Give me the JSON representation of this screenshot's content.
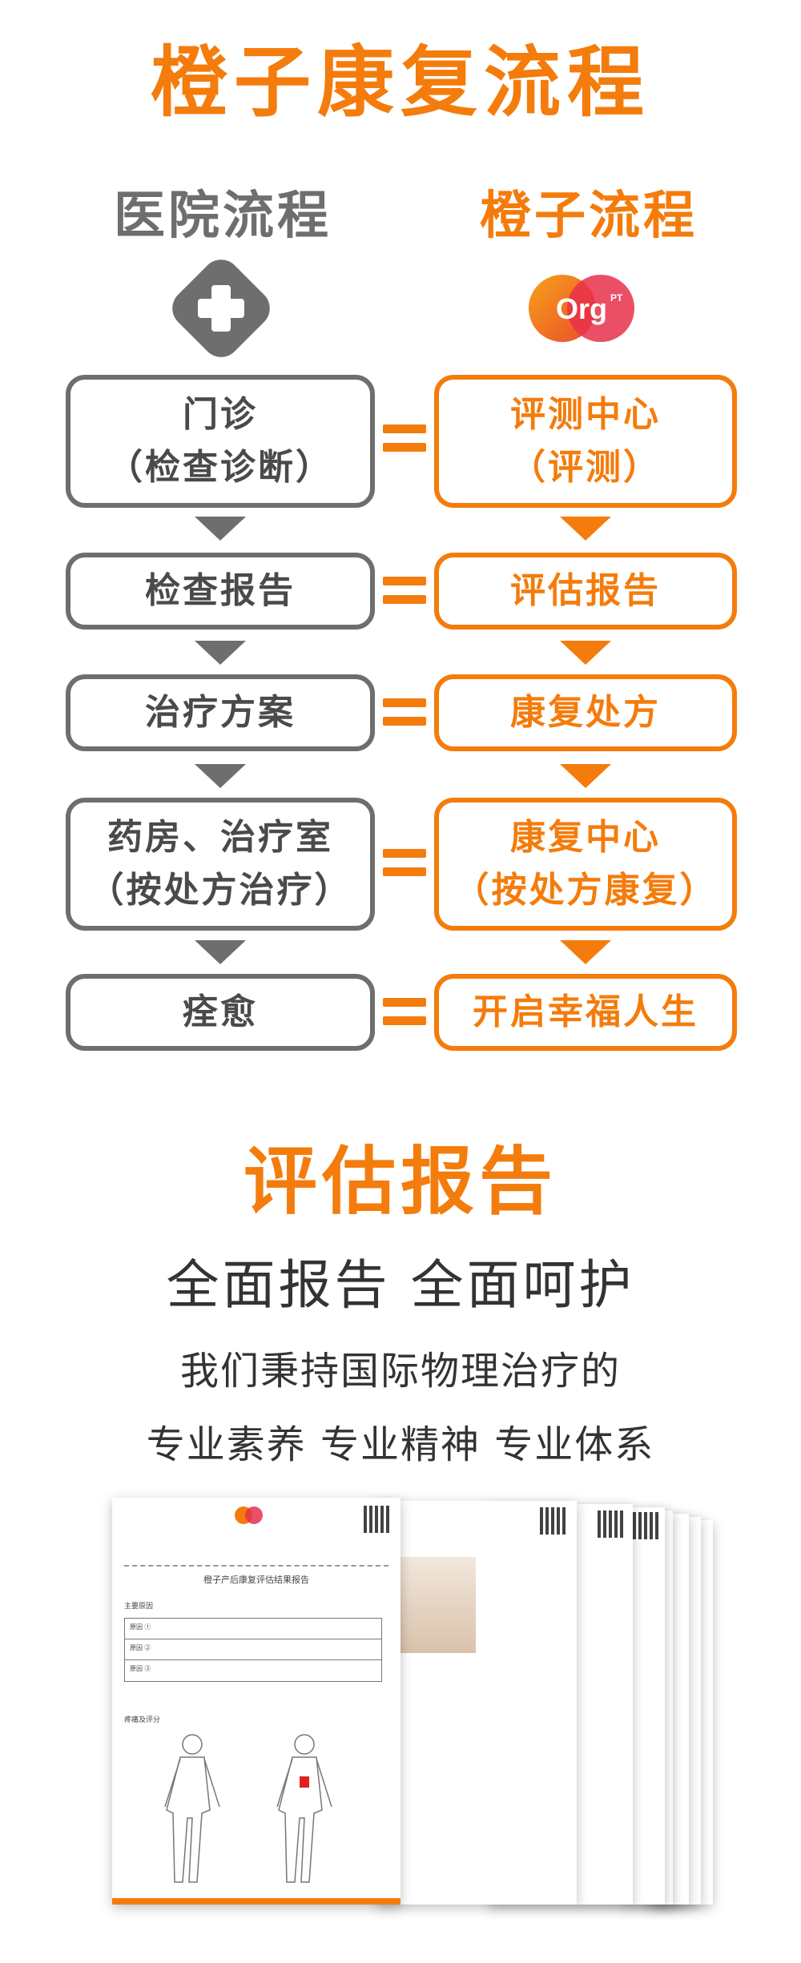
{
  "page": {
    "main_title": "橙子康复流程",
    "left_column_title": "医院流程",
    "right_column_title": "橙子流程",
    "logo_text": "Org",
    "logo_sup": "PT"
  },
  "colors": {
    "accent": "#f47c0c",
    "gray": "#6e6e6e",
    "text": "#333333"
  },
  "hospital_steps": [
    {
      "line1": "门诊",
      "line2": "（检查诊断）"
    },
    {
      "line1": "检查报告",
      "line2": ""
    },
    {
      "line1": "治疗方案",
      "line2": ""
    },
    {
      "line1": "药房、治疗室",
      "line2": "（按处方治疗）"
    },
    {
      "line1": "痊愈",
      "line2": ""
    }
  ],
  "orange_steps": [
    {
      "line1": "评测中心",
      "line2": "（评测）"
    },
    {
      "line1": "评估报告",
      "line2": ""
    },
    {
      "line1": "康复处方",
      "line2": ""
    },
    {
      "line1": "康复中心",
      "line2": "（按处方康复）"
    },
    {
      "line1": "开启幸福人生",
      "line2": ""
    }
  ],
  "report_section": {
    "title": "评估报告",
    "subtitle": "全面报告 全面呵护",
    "line1": "我们秉持国际物理治疗的",
    "line2": "专业素养 专业精神 专业体系"
  },
  "report_document": {
    "doc_title": "橙子产后康复评估结果报告",
    "section1": "主要原因",
    "rows": [
      "原因 ①",
      "原因 ②",
      "原因 ③"
    ],
    "section2": "疼痛及评分"
  }
}
